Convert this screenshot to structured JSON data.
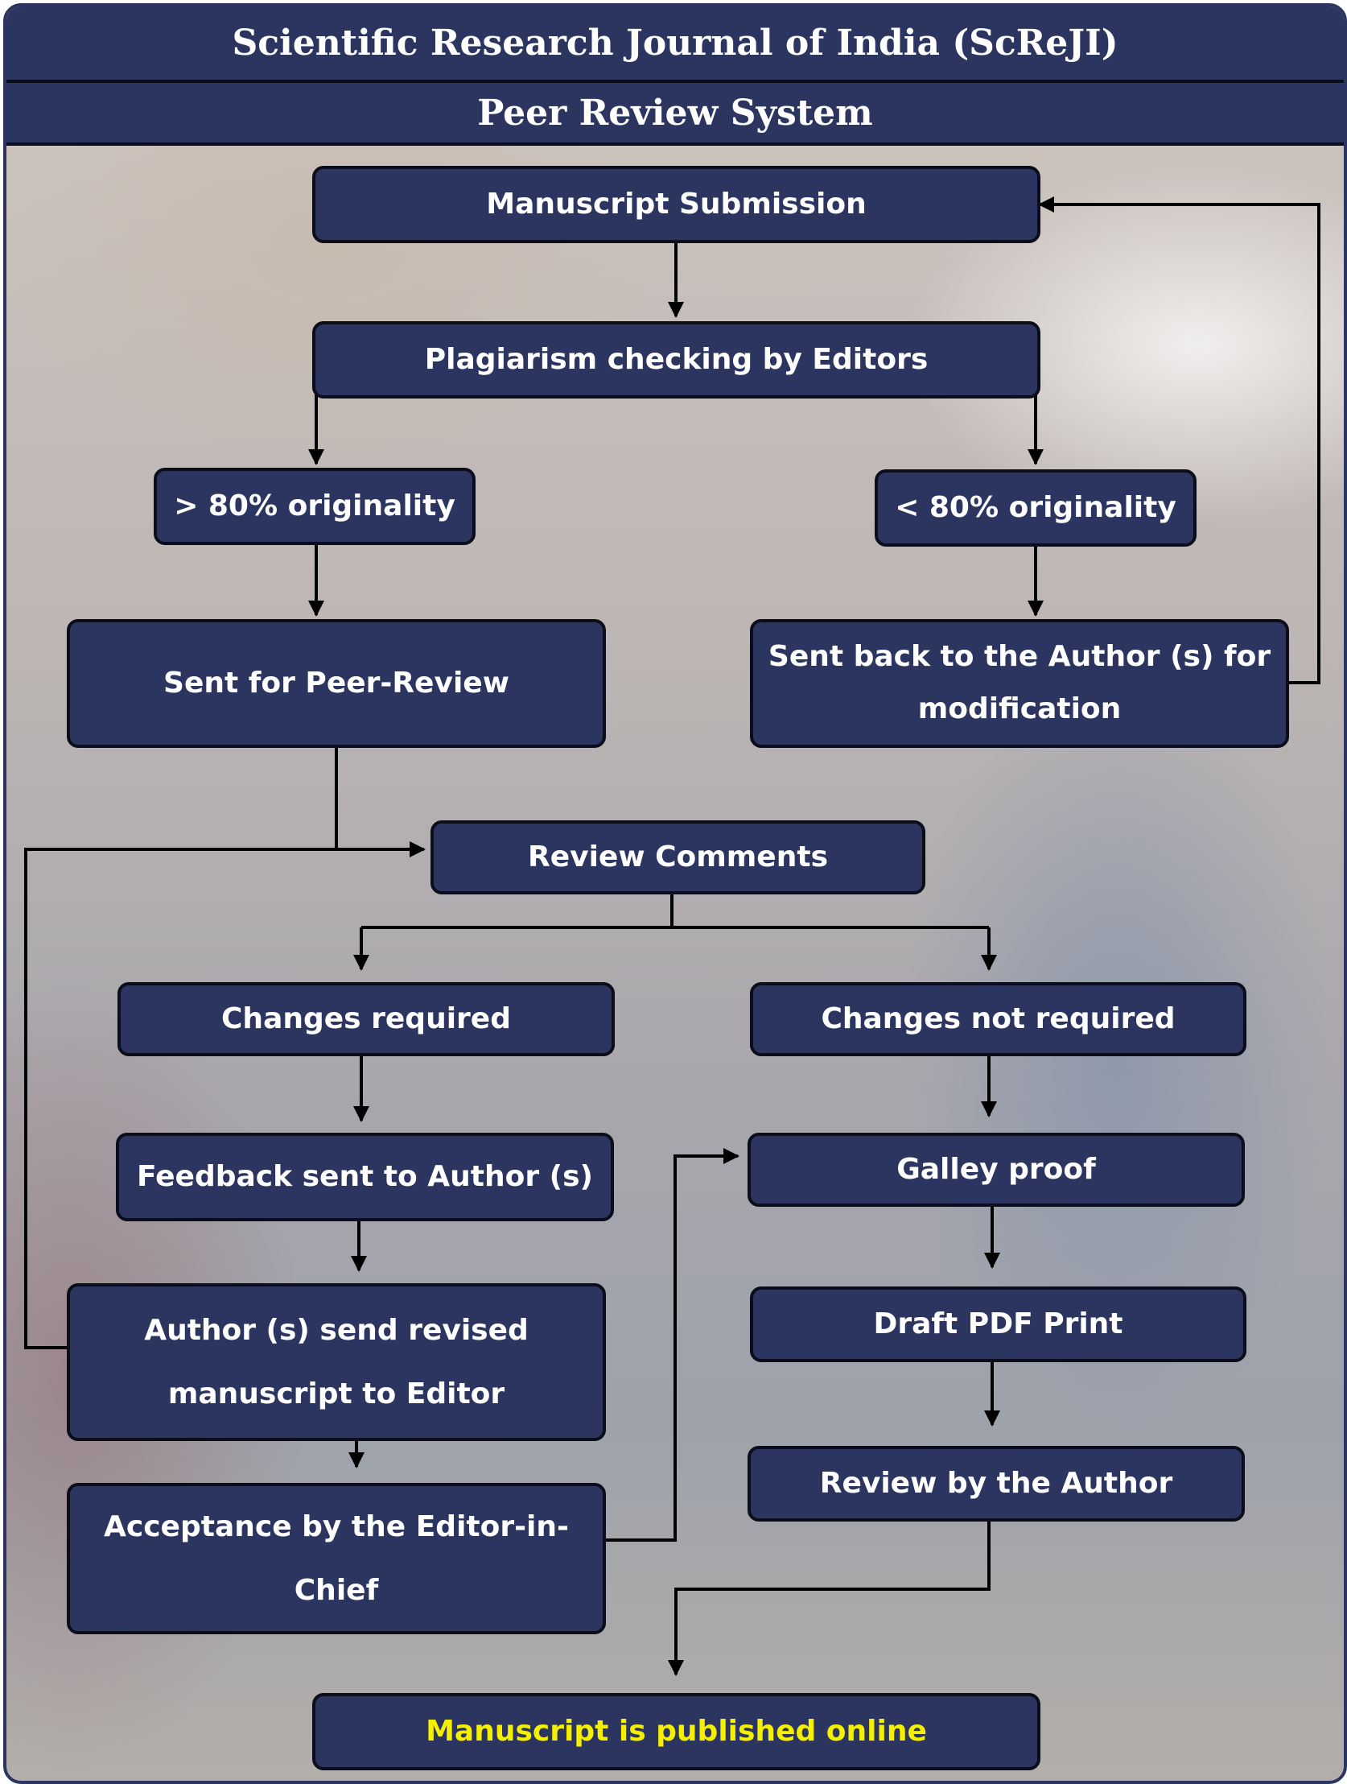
{
  "header": {
    "title": "Scientific Research Journal of India (ScReJI)",
    "subtitle": "Peer Review System"
  },
  "nodes": {
    "submission": "Manuscript Submission",
    "plagiarism": "Plagiarism checking by Editors",
    "above80": "> 80% originality",
    "below80": "< 80% originality",
    "peer_review": "Sent for Peer-Review",
    "sent_back": "Sent back to the Author (s) for modification",
    "review_comments": "Review Comments",
    "changes_required": "Changes required",
    "changes_not_required": "Changes not required",
    "feedback": "Feedback sent to Author (s)",
    "galley": "Galley proof",
    "revised": "Author (s) send revised manuscript to Editor",
    "draft_pdf": "Draft PDF Print",
    "acceptance": "Acceptance by the Editor-in-Chief",
    "review_author": "Review by the Author",
    "published": "Manuscript is published online"
  },
  "colors": {
    "box_fill": "#2b3560",
    "box_border": "#0b0e1a",
    "text": "#ffffff",
    "published_text": "#f5f000"
  }
}
